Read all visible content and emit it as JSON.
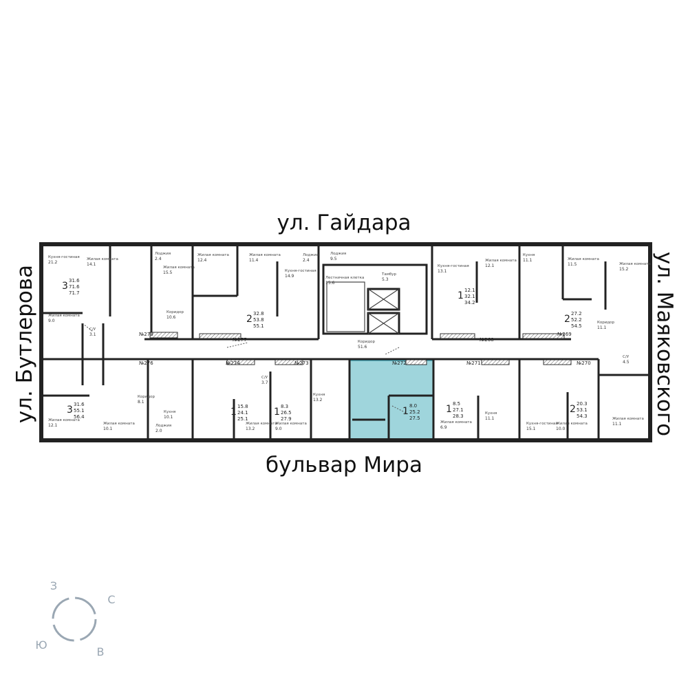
{
  "streets": {
    "top": "ул. Гайдара",
    "bottom": "бульвар Мира",
    "left": "ул. Бутлерова",
    "right": "ул. Маяковского"
  },
  "compass": {
    "north": "С",
    "east": "В",
    "south": "Ю",
    "west": "З",
    "color": "#9aa7b3"
  },
  "highlight_color": "#9fd5dc",
  "apartments": [
    {
      "number": "№278",
      "rooms": "3",
      "living": "31.6",
      "area": "71.6",
      "total": "71.7"
    },
    {
      "number": "№277",
      "rooms": "2",
      "living": "32.8",
      "area": "53.8",
      "total": "55.1"
    },
    {
      "number": "№268",
      "rooms": "1",
      "living": "12.1",
      "area": "32.1",
      "total": "34.2"
    },
    {
      "number": "№269",
      "rooms": "2",
      "living": "27.2",
      "area": "52.2",
      "total": "54.5"
    },
    {
      "number": "№276",
      "rooms": "3",
      "living": "31.6",
      "area": "55.1",
      "total": "56.4"
    },
    {
      "number": "№274",
      "rooms": "1",
      "living": "15.8",
      "area": "24.1",
      "total": "25.1"
    },
    {
      "number": "№273",
      "rooms": "1",
      "living": "8.3",
      "area": "26.5",
      "total": "27.9"
    },
    {
      "number": "№272",
      "rooms": "1",
      "living": "8.0",
      "area": "25.2",
      "total": "27.5"
    },
    {
      "number": "№271",
      "rooms": "1",
      "living": "8.5",
      "area": "27.1",
      "total": "28.3"
    },
    {
      "number": "№270",
      "rooms": "2",
      "living": "20.3",
      "area": "53.1",
      "total": "54.3"
    }
  ],
  "rooms": [
    {
      "name": "Кухня-гостиная",
      "area": "21.2"
    },
    {
      "name": "Жилая комната",
      "area": "14.1"
    },
    {
      "name": "Лоджия",
      "area": "2.4"
    },
    {
      "name": "Жилая комната",
      "area": "15.5"
    },
    {
      "name": "Коридор",
      "area": "10.6"
    },
    {
      "name": "Жилая комната",
      "area": "9.0"
    },
    {
      "name": "С/У",
      "area": "3.1"
    },
    {
      "name": "Жилая комната",
      "area": "12.4"
    },
    {
      "name": "Жилая комната",
      "area": "11.4"
    },
    {
      "name": "Кухня-гостиная",
      "area": "14.9"
    },
    {
      "name": "Лоджия",
      "area": "2.4"
    },
    {
      "name": "Лестничная клетка",
      "area": "15.6"
    },
    {
      "name": "Тамбур",
      "area": "5.3"
    },
    {
      "name": "Лоджия",
      "area": "9.5"
    },
    {
      "name": "Кухня-гостиная",
      "area": "13.1"
    },
    {
      "name": "Жилая комната",
      "area": "12.1"
    },
    {
      "name": "Кухня",
      "area": "11.1"
    },
    {
      "name": "Жилая комната",
      "area": "11.5"
    },
    {
      "name": "Жилая комната",
      "area": "15.2"
    },
    {
      "name": "Коридор",
      "area": "11.1"
    },
    {
      "name": "Коридор",
      "area": "51.6"
    },
    {
      "name": "Коридор",
      "area": "8.1"
    },
    {
      "name": "Жилая комната",
      "area": "12.1"
    },
    {
      "name": "Жилая комната",
      "area": "10.1"
    },
    {
      "name": "Кухня",
      "area": "10.1"
    },
    {
      "name": "Жилая комната",
      "area": "13.2"
    },
    {
      "name": "Кухня",
      "area": "13.2"
    },
    {
      "name": "Лоджия",
      "area": "2.0"
    },
    {
      "name": "С/У",
      "area": "3.7"
    },
    {
      "name": "Жилая комната",
      "area": "9.0"
    },
    {
      "name": "Жилая комната",
      "area": "6.9"
    },
    {
      "name": "Кухня",
      "area": "11.1"
    },
    {
      "name": "Кухня-гостиная",
      "area": "15.1"
    },
    {
      "name": "Жилая комната",
      "area": "10.0"
    },
    {
      "name": "Жилая комната",
      "area": "11.1"
    },
    {
      "name": "С/У",
      "area": "4.5"
    }
  ]
}
